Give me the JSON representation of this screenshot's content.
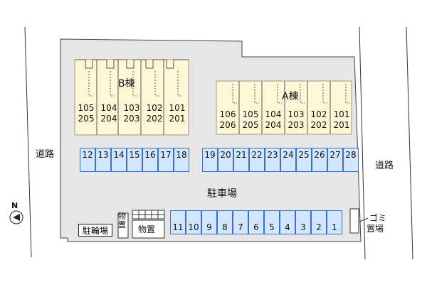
{
  "map": {
    "road_left_label": "道路",
    "road_right_label": "道路",
    "compass_label": "N",
    "building_b": {
      "name": "B棟",
      "units_top": [
        "105",
        "104",
        "103",
        "102",
        "101"
      ],
      "units_bottom": [
        "205",
        "204",
        "203",
        "202",
        "201"
      ]
    },
    "building_a": {
      "name": "A棟",
      "units_top": [
        "106",
        "105",
        "104",
        "103",
        "102",
        "101"
      ],
      "units_bottom": [
        "206",
        "205",
        "204",
        "203",
        "202",
        "201"
      ]
    },
    "parking_label": "駐車場",
    "parking_row_left": [
      "12",
      "13",
      "14",
      "15",
      "16",
      "17",
      "18"
    ],
    "parking_row_right": [
      "19",
      "20",
      "21",
      "22",
      "23",
      "24",
      "25",
      "26",
      "27",
      "28"
    ],
    "parking_row_bottom": [
      "11",
      "10",
      "9",
      "8",
      "7",
      "6",
      "5",
      "4",
      "3",
      "2",
      "1"
    ],
    "bicycle_parking_label": "駐輪場",
    "storage_vertical_label": "物置",
    "storage_label": "物置",
    "garbage_label_1": "ゴミ",
    "garbage_label_2": "置場",
    "colors": {
      "building_fill": "#fdf7d6",
      "building_stroke": "#9a9a8a",
      "lot_fill": "#e6e6e6",
      "slot_fill": "#d2e6ff",
      "slot_stroke": "#3b6fc4"
    }
  }
}
